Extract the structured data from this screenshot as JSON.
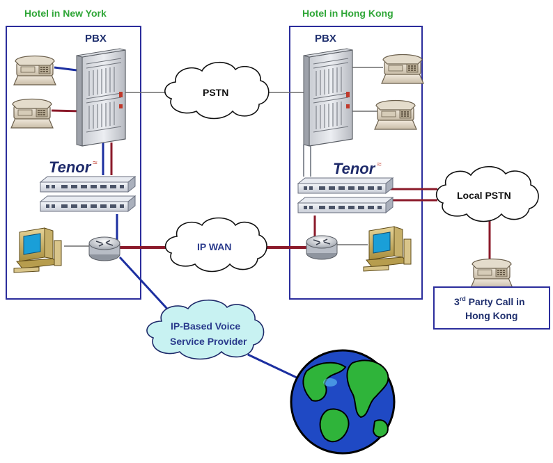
{
  "locations": {
    "new_york": "Hotel in New York",
    "hong_kong": "Hotel in Hong Kong"
  },
  "devices": {
    "pbx_ny": "PBX",
    "pbx_hk": "PBX",
    "tenor_ny": "Tenor",
    "tenor_hk": "Tenor"
  },
  "clouds": {
    "pstn": "PSTN",
    "local_pstn": "Local PSTN",
    "ip_wan": "IP WAN",
    "voip_provider_line1": "IP-Based Voice",
    "voip_provider_line2": "Service Provider"
  },
  "third_party": {
    "line1_prefix": "3",
    "line1_superscript": "rd",
    "line1_suffix": " Party Call in",
    "line2": "Hong Kong"
  },
  "colors": {
    "location_title": "#2fa637",
    "hotel_border": "#2b2d9c",
    "link_blue": "#1c2fa0",
    "link_red": "#8b1a2a",
    "link_gray": "#6b6b6b",
    "cloud_voip_fill": "#c8f2f2",
    "globe_ocean": "#1f49c4",
    "globe_land": "#2fb43a"
  },
  "icons": [
    "phone-icon",
    "pbx-rack-icon",
    "tenor-gateway-icon",
    "router-icon",
    "computer-icon",
    "cloud-icon",
    "globe-icon"
  ]
}
